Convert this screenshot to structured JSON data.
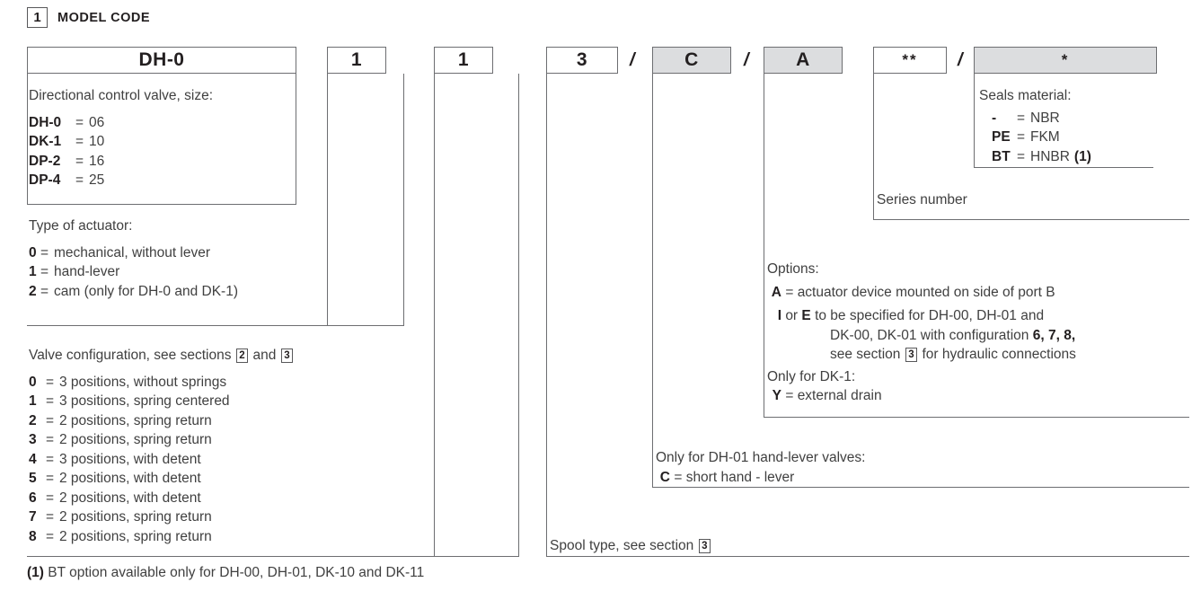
{
  "section": {
    "number": "1",
    "title": "MODEL CODE"
  },
  "code_boxes": [
    {
      "name": "model-prefix",
      "value": "DH-0",
      "shaded": false
    },
    {
      "name": "actuator-digit",
      "value": "1",
      "shaded": false
    },
    {
      "name": "configuration-digit",
      "value": "1",
      "shaded": false
    },
    {
      "name": "spool-type",
      "value": "3",
      "shaded": false
    },
    {
      "name": "lever-option",
      "value": "C",
      "shaded": true
    },
    {
      "name": "options",
      "value": "A",
      "shaded": true
    },
    {
      "name": "series-number",
      "value": "**",
      "shaded": false
    },
    {
      "name": "seals-material",
      "value": "*",
      "shaded": true
    }
  ],
  "separators": [
    "/",
    "/",
    "/",
    "/"
  ],
  "blocks": {
    "size": {
      "heading": "Directional control valve, size:",
      "items": [
        {
          "key": "DH-0",
          "eq": "=",
          "value": "06"
        },
        {
          "key": "DK-1",
          "eq": "=",
          "value": "10"
        },
        {
          "key": "DP-2",
          "eq": "=",
          "value": "16"
        },
        {
          "key": "DP-4",
          "eq": "=",
          "value": "25"
        }
      ]
    },
    "actuator": {
      "heading": "Type of actuator:",
      "items": [
        {
          "key": "0",
          "eq": "=",
          "value": "mechanical, without lever"
        },
        {
          "key": "1",
          "eq": "=",
          "value": "hand-lever"
        },
        {
          "key": "2",
          "eq": "=",
          "value": "cam (only for DH-0 and DK-1)"
        }
      ]
    },
    "configuration": {
      "heading_pre": "Valve configuration, see sections",
      "heading_ref1": "2",
      "heading_mid": "and",
      "heading_ref2": "3",
      "items": [
        {
          "key": "0",
          "eq": "=",
          "value": "3 positions, without springs"
        },
        {
          "key": "1",
          "eq": "=",
          "value": "3 positions, spring centered"
        },
        {
          "key": "2",
          "eq": "=",
          "value": "2 positions, spring return"
        },
        {
          "key": "3",
          "eq": "=",
          "value": "2 positions, spring return"
        },
        {
          "key": "4",
          "eq": "=",
          "value": "3 positions, with detent"
        },
        {
          "key": "5",
          "eq": "=",
          "value": "2 positions, with detent"
        },
        {
          "key": "6",
          "eq": "=",
          "value": "2 positions, with detent"
        },
        {
          "key": "7",
          "eq": "=",
          "value": "2 positions, spring return"
        },
        {
          "key": "8",
          "eq": "=",
          "value": "2 positions, spring return"
        }
      ]
    },
    "spool": {
      "text_pre": "Spool type, see section",
      "ref": "3"
    },
    "lever": {
      "heading": "Only for DH-01 hand-lever valves:",
      "key": "C",
      "eq": "=",
      "value": "short hand - lever"
    },
    "options": {
      "heading": "Options:",
      "a_key": "A",
      "a_eq": "=",
      "a_value": "actuator device mounted on side of port B",
      "ie_key_1": "I",
      "ie_or": "or",
      "ie_key_2": "E",
      "ie_line1": "to  be  specified  for  DH-00,  DH-01  and",
      "ie_line2_pre": "DK-00,  DK-01  with  configuration",
      "ie_line2_bold": "6, 7, 8,",
      "ie_line3_pre": "see section",
      "ie_line3_ref": "3",
      "ie_line3_post": "for hydraulic connections",
      "dk_heading": "Only for DK-1:",
      "dk_key": "Y",
      "dk_eq": "=",
      "dk_value": "external drain"
    },
    "series": {
      "text": "Series number"
    },
    "seals": {
      "heading": "Seals material:",
      "items": [
        {
          "key": "-",
          "eq": "=",
          "value": "NBR",
          "note": ""
        },
        {
          "key": "PE",
          "eq": "=",
          "value": "FKM",
          "note": ""
        },
        {
          "key": "BT",
          "eq": "=",
          "value": "HNBR",
          "note": "(1)"
        }
      ]
    }
  },
  "footnote": {
    "marker": "(1)",
    "text": "BT option available only for DH-00, DH-01, DK-10 and DK-11"
  },
  "colors": {
    "shaded_box": "#dcdddf",
    "rule": "#6d6e71",
    "text": "#404040",
    "bold_text": "#231f20"
  }
}
